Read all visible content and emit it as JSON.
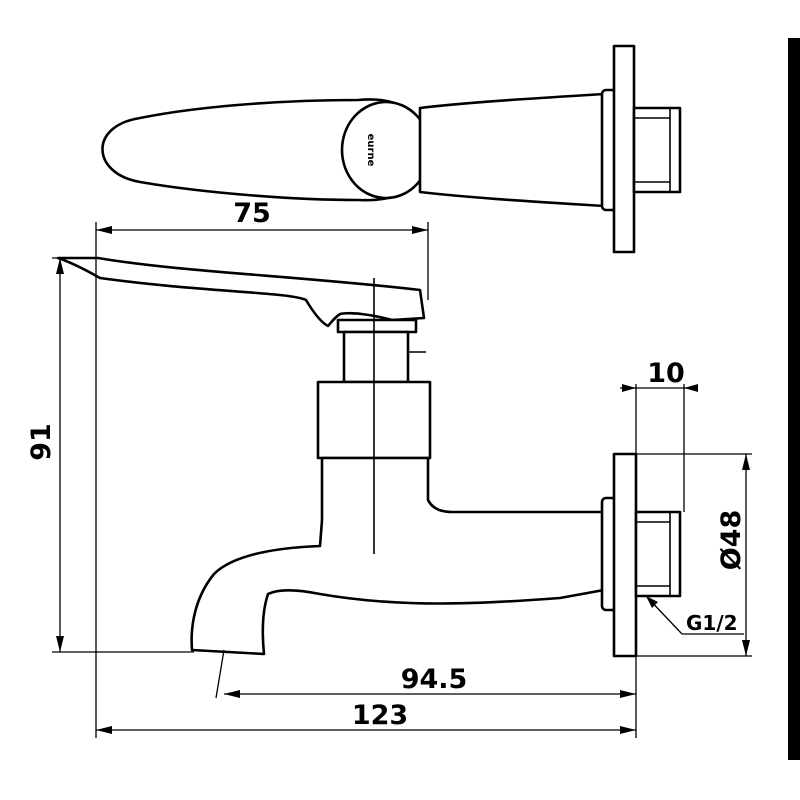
{
  "brand": "eurne",
  "dimensions": {
    "handle_length": "75",
    "height": "91",
    "wall_depth": "10",
    "flange_diameter": "Ø48",
    "spout_reach": "94.5",
    "total_length": "123",
    "thread": "G1/2"
  }
}
